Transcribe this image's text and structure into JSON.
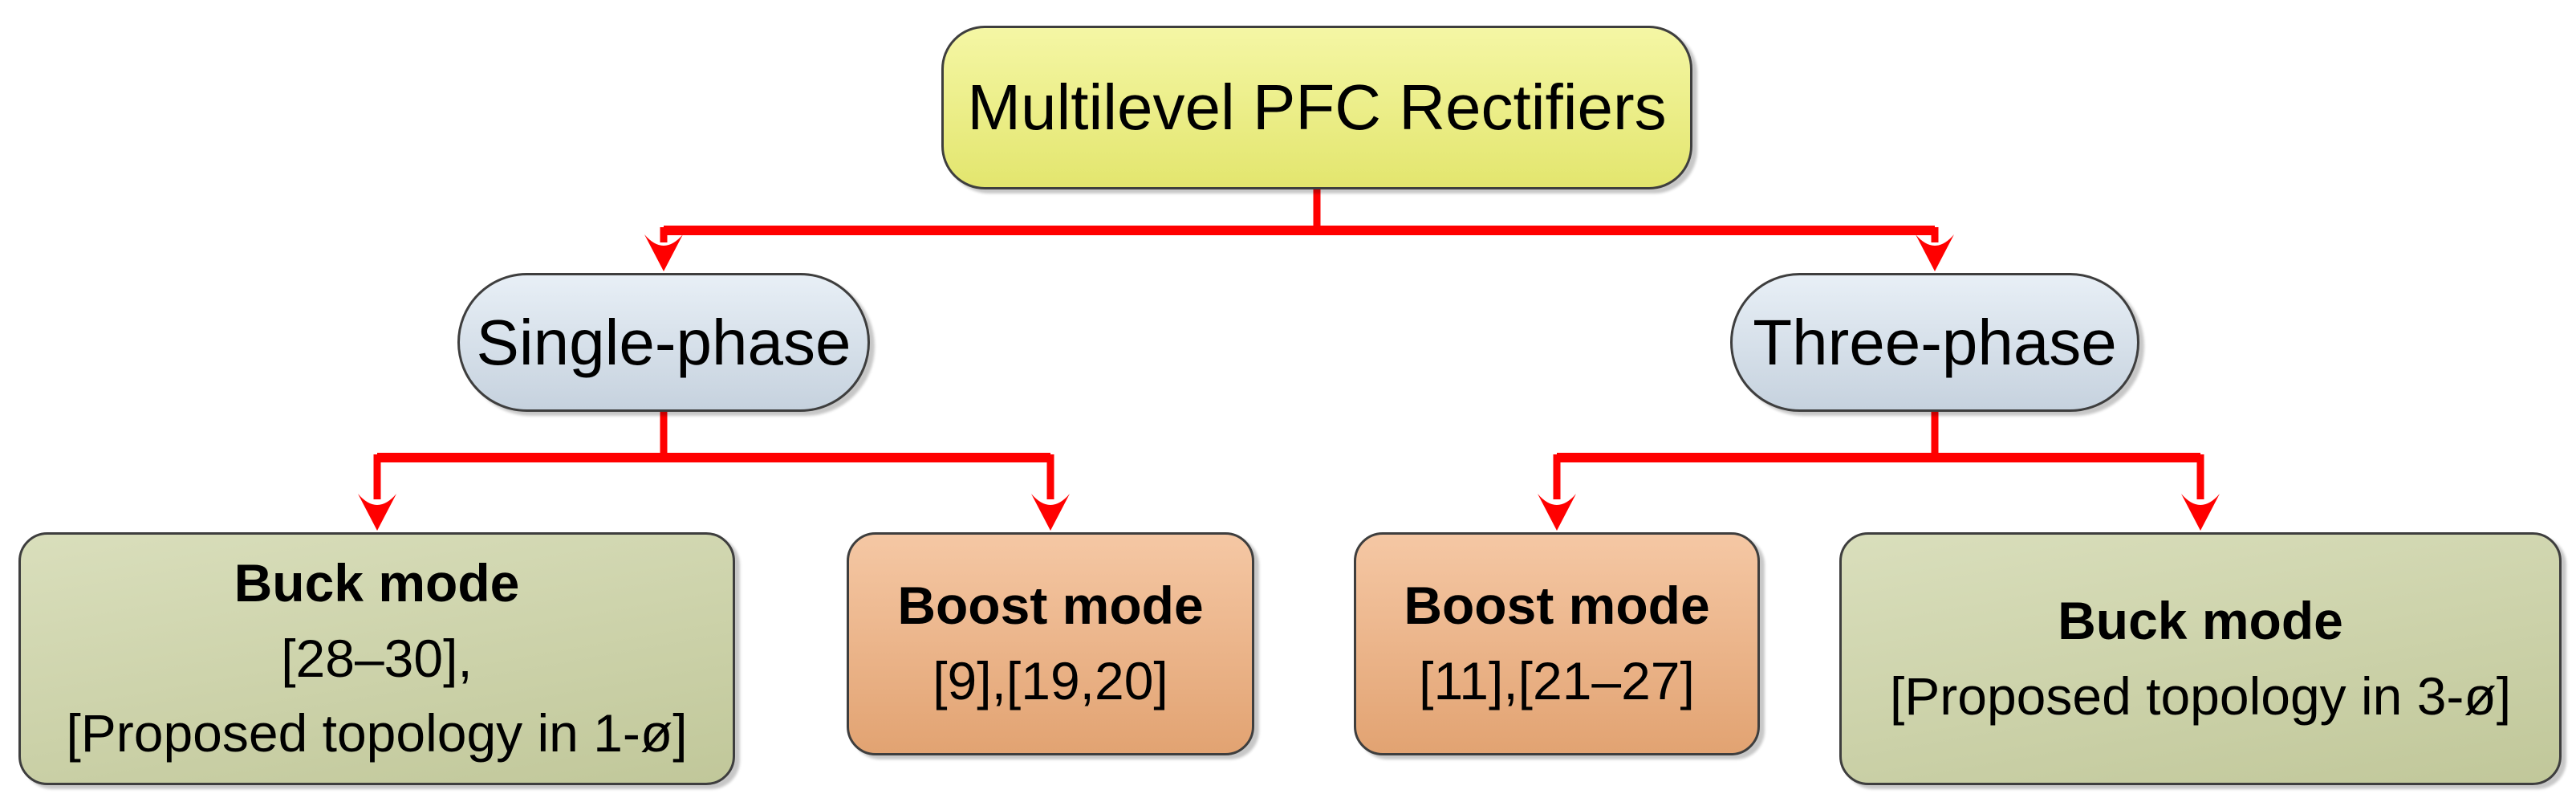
{
  "diagram": {
    "root": {
      "label": "Multilevel PFC Rectifiers"
    },
    "branches": [
      {
        "label": "Single-phase"
      },
      {
        "label": "Three-phase"
      }
    ],
    "leaves": [
      {
        "title": "Buck mode",
        "lines": [
          "[28–30],",
          "[Proposed topology in 1-ø]"
        ]
      },
      {
        "title": "Boost mode",
        "lines": [
          "[9],[19,20]"
        ]
      },
      {
        "title": "Boost mode",
        "lines": [
          "[11],[21–27]"
        ]
      },
      {
        "title": "Buck mode",
        "lines": [
          "[Proposed topology in 3-ø]"
        ]
      }
    ],
    "colors": {
      "connector": "#ff0000",
      "node_border": "#3e3e3e",
      "root_fill": "#eff274",
      "branch_fill": "#d5e2ef",
      "buck_fill": "#cbd2a2",
      "boost_fill": "#f0ad79"
    }
  }
}
